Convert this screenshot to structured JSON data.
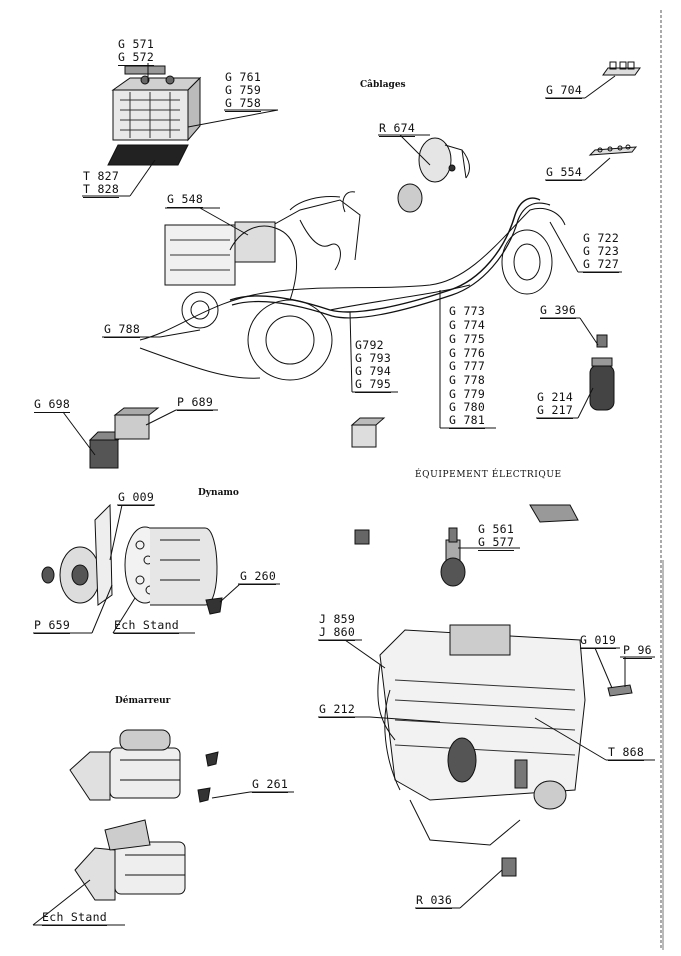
{
  "headings": {
    "cablages": "Câblages",
    "dynamo": "Dynamo",
    "demarreur": "Démarreur",
    "equipement": "ÉQUIPEMENT ÉLECTRIQUE"
  },
  "labels": {
    "g571": "G 571",
    "g572": "G 572",
    "g761": "G 761",
    "g759": "G 759",
    "g758": "G 758",
    "t827": "T 827",
    "t828": "T 828",
    "r674": "R 674",
    "g704": "G 704",
    "g554": "G 554",
    "g548": "G 548",
    "g722": "G 722",
    "g723": "G 723",
    "g727": "G 727",
    "g788": "G 788",
    "g773": "G 773",
    "g774": "G 774",
    "g775": "G 775",
    "g776": "G 776",
    "g777": "G 777",
    "g778": "G 778",
    "g779": "G 779",
    "g780": "G 780",
    "g781": "G 781",
    "g792": "G792",
    "g793": "G 793",
    "g794": "G 794",
    "g795": "G 795",
    "g396": "G 396",
    "g214": "G 214",
    "g217": "G 217",
    "g698": "G 698",
    "p689": "P 689",
    "g009": "G 009",
    "g260": "G 260",
    "p659": "P 659",
    "echstand1": "Ech Stand",
    "g561": "G 561",
    "g577": "G 577",
    "j859": "J 859",
    "j860": "J 860",
    "g019": "G 019",
    "p96": "P 96",
    "g212": "G 212",
    "t868": "T 868",
    "g261": "G 261",
    "r036": "R 036",
    "echstand2": "Ech Stand"
  }
}
